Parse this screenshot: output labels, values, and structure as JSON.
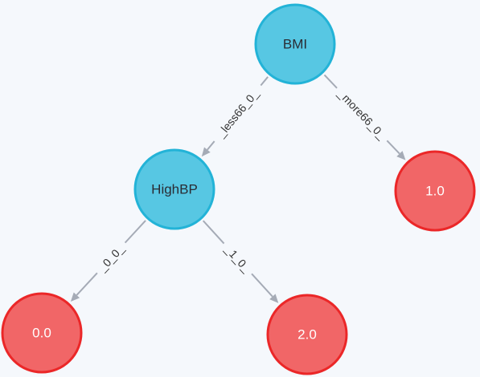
{
  "nodes": [
    {
      "id": "bmi",
      "label": "BMI",
      "kind": "decision"
    },
    {
      "id": "highbp",
      "label": "HighBP",
      "kind": "decision"
    },
    {
      "id": "leaf-1",
      "label": "1.0",
      "kind": "leaf"
    },
    {
      "id": "leaf-0",
      "label": "0.0",
      "kind": "leaf"
    },
    {
      "id": "leaf-2",
      "label": "2.0",
      "kind": "leaf"
    }
  ],
  "edges": [
    {
      "from": "bmi",
      "to": "highbp",
      "label": "_less66_0_"
    },
    {
      "from": "bmi",
      "to": "leaf-1",
      "label": "_more66_0_"
    },
    {
      "from": "highbp",
      "to": "leaf-0",
      "label": "_0_0_"
    },
    {
      "from": "highbp",
      "to": "leaf-2",
      "label": "_1_0_"
    }
  ],
  "colors": {
    "decision_fill": "#57c7e3",
    "decision_stroke": "#23b3d7",
    "leaf_fill": "#f16667",
    "leaf_stroke": "#eb2728",
    "edge": "#a5abb6",
    "background": "#f5f8fc"
  }
}
